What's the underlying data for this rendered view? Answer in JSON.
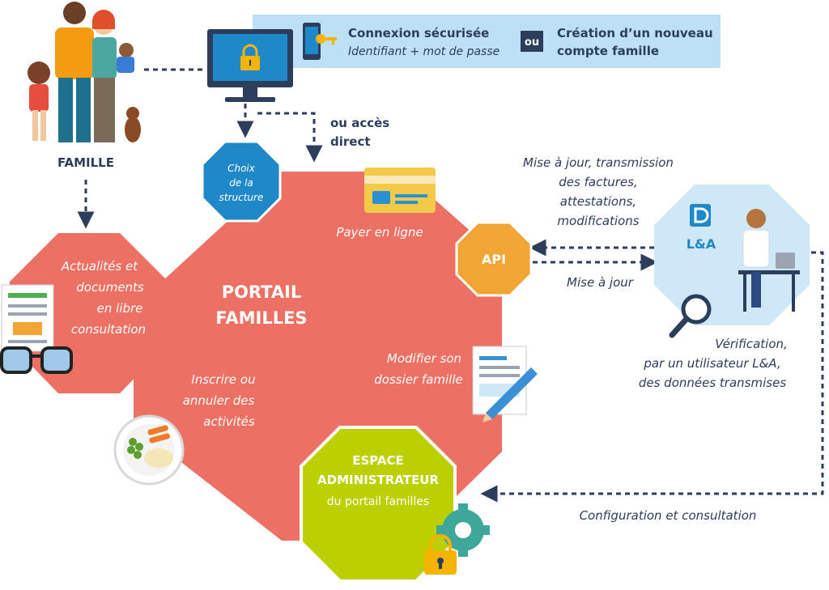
{
  "login_banner": {
    "secure_login": "Connexion sécurisée",
    "credentials": "Identifiant + mot de passe",
    "or": "ou",
    "new_account_line1": "Création d’un nouveau",
    "new_account_line2": "compte famille"
  },
  "family": {
    "label": "FAMILLE"
  },
  "direct_access": {
    "line1": "ou accès",
    "line2": "direct"
  },
  "choose_structure": {
    "line1": "Choix",
    "line2": "de la",
    "line3": "structure"
  },
  "news": {
    "line1": "Actualités et",
    "line2": "documents",
    "line3": "en libre",
    "line4": "consultation"
  },
  "portal": {
    "line1": "PORTAIL",
    "line2": "FAMILLES"
  },
  "pay_online": "Payer en ligne",
  "api": "API",
  "modify_file": {
    "line1": "Modifier son",
    "line2": "dossier famille"
  },
  "register": {
    "line1": "Inscrire ou",
    "line2": "annuler des",
    "line3": "activités"
  },
  "admin": {
    "line1": "ESPACE",
    "line2": "ADMINISTRATEUR",
    "line3": "du portail familles"
  },
  "update_transmission": {
    "line1": "Mise à jour, transmission",
    "line2": "des factures,",
    "line3": "attestations,",
    "line4": "modifications"
  },
  "update": "Mise à jour",
  "la_logo": "L&A",
  "verification": {
    "line1": "Vérification,",
    "line2": "par un utilisateur L&A,",
    "line3": "des données transmises"
  },
  "config": "Configuration et consultation",
  "colors": {
    "portal": "#ec7063",
    "structure": "#1e88c8",
    "api": "#f0a535",
    "admin": "#bcd000",
    "la_bg": "#cfe8f8",
    "banner": "#bde0f6",
    "navy": "#2c3e5c"
  }
}
